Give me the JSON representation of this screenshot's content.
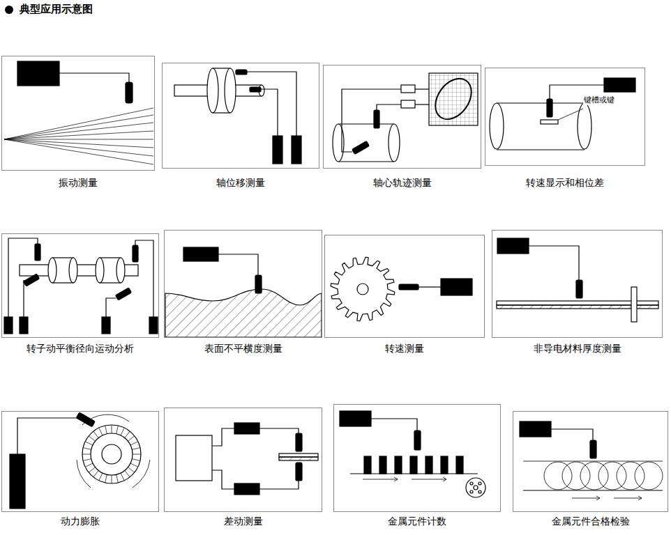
{
  "diagram": {
    "title": "典型应用示意图",
    "nodes": [
      {
        "text": [
          "振动测量"
        ]
      },
      {
        "text": [
          "轴位移测量"
        ]
      },
      {
        "text": [
          "轴心轨迹测量"
        ]
      },
      {
        "text": [
          "转速显示和相位差"
        ]
      },
      {
        "text": [
          "转子动平衡径向运动分析"
        ]
      },
      {
        "text": [
          "表面不平横度测量"
        ]
      },
      {
        "text": [
          "转速测量"
        ]
      },
      {
        "text": [
          "非导电材料厚度测量"
        ]
      },
      {
        "text": [
          "动力膨胀"
        ]
      },
      {
        "text": [
          "差动测量"
        ]
      },
      {
        "text": [
          "金属元件计数"
        ]
      },
      {
        "text": [
          "金属元件合格检验"
        ]
      }
    ],
    "labels": [
      "键槽或键"
    ]
  }
}
